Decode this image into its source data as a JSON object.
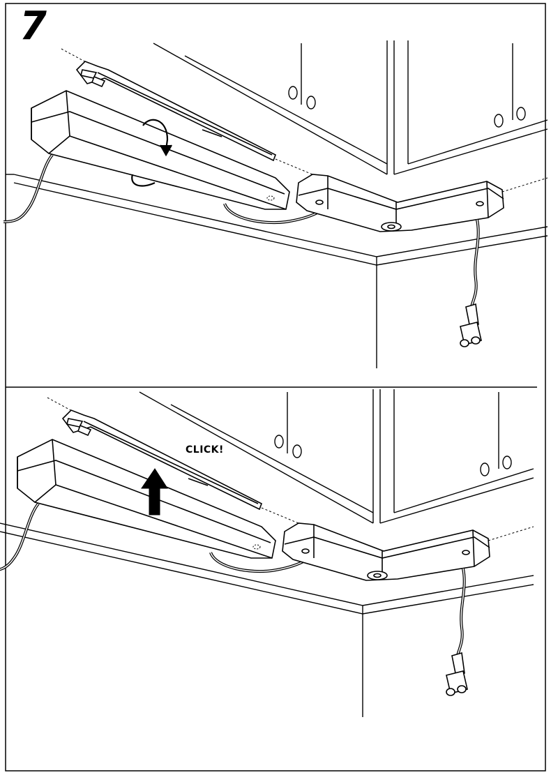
{
  "step": {
    "number": "7"
  },
  "panels": [
    {
      "id": "top",
      "action": "rotate",
      "icon": "rotate-arrow-icon"
    },
    {
      "id": "bottom",
      "action": "push-up",
      "icon": "up-arrow-icon",
      "label": "CLICK!"
    }
  ],
  "colors": {
    "ink": "#000000",
    "paper": "#ffffff"
  }
}
